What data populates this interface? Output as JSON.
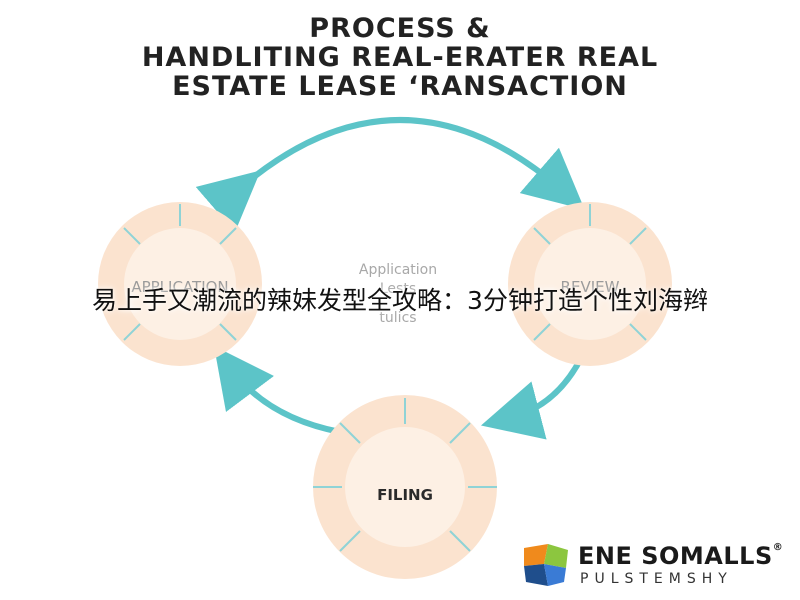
{
  "title": {
    "line1": "PROCESS &",
    "line2": "HANDLITING REAL-ERATER REAL",
    "line3": "ESTATE LEASE ‘RANSACTION"
  },
  "nodes": {
    "application": "APPLICATION",
    "review": "REVIEW",
    "filing": "FILING"
  },
  "center": {
    "line1": "Application",
    "line2": "Lests",
    "line3": "tulics"
  },
  "overlay_text": "易上手又潮流的辣妹发型全攻略：3分钟打造个性刘海辫",
  "logo": {
    "name": "ENE SOMALLS",
    "mark": "®",
    "subtitle": "PULSTEMSHY"
  },
  "colors": {
    "arrow": "#5cc4c8",
    "circle_fill": "#fbe3cf",
    "circle_inner": "#fdf0e4",
    "logo_orange": "#f08a1c",
    "logo_green": "#8cc63f",
    "logo_blue": "#1f4e8c"
  }
}
